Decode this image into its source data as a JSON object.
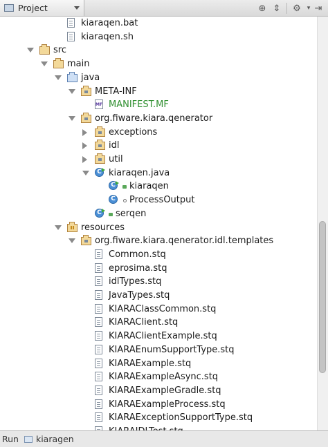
{
  "toolbar": {
    "tab_label": "Project",
    "icons": [
      "target-icon",
      "collapse-icon",
      "settings-icon",
      "hide-icon"
    ]
  },
  "tree": [
    {
      "label": "kiaraqen.bat",
      "icon": "file-icon",
      "expander": "none",
      "depth": 3
    },
    {
      "label": "kiaraqen.sh",
      "icon": "file-icon",
      "expander": "none",
      "depth": 3
    },
    {
      "label": "src",
      "icon": "folder-icon",
      "expander": "down",
      "depth": 1
    },
    {
      "label": "main",
      "icon": "folder-icon",
      "expander": "down",
      "depth": 2
    },
    {
      "label": "java",
      "icon": "source-folder-icon",
      "expander": "down",
      "depth": 3
    },
    {
      "label": "META-INF",
      "icon": "package-icon",
      "expander": "down",
      "depth": 4
    },
    {
      "label": "MANIFEST.MF",
      "icon": "manifest-icon",
      "expander": "none",
      "depth": 5,
      "color": "green"
    },
    {
      "label": "org.fiware.kiara.qenerator",
      "icon": "package-icon",
      "expander": "down",
      "depth": 4
    },
    {
      "label": "exceptions",
      "icon": "package-icon",
      "expander": "right",
      "depth": 5
    },
    {
      "label": "idl",
      "icon": "package-icon",
      "expander": "right",
      "depth": 5
    },
    {
      "label": "util",
      "icon": "package-icon",
      "expander": "right",
      "depth": 5
    },
    {
      "label": "kiaraqen.java",
      "icon": "java-class-icon",
      "expander": "down",
      "depth": 5
    },
    {
      "label": "kiaraqen",
      "icon": "class-runnable-icon",
      "expander": "none",
      "depth": 6
    },
    {
      "label": "ProcessOutput",
      "icon": "class-icon",
      "expander": "none",
      "depth": 6
    },
    {
      "label": "serqen",
      "icon": "class-runnable-icon",
      "expander": "none",
      "depth": 5
    },
    {
      "label": "resources",
      "icon": "resources-folder-icon",
      "expander": "down",
      "depth": 3
    },
    {
      "label": "org.fiware.kiara.qenerator.idl.templates",
      "icon": "package-icon",
      "expander": "down",
      "depth": 4
    },
    {
      "label": "Common.stq",
      "icon": "file-icon",
      "expander": "none",
      "depth": 5
    },
    {
      "label": "eprosima.stq",
      "icon": "file-icon",
      "expander": "none",
      "depth": 5
    },
    {
      "label": "idlTypes.stq",
      "icon": "file-icon",
      "expander": "none",
      "depth": 5
    },
    {
      "label": "JavaTypes.stq",
      "icon": "file-icon",
      "expander": "none",
      "depth": 5
    },
    {
      "label": "KIARAClassCommon.stq",
      "icon": "file-icon",
      "expander": "none",
      "depth": 5
    },
    {
      "label": "KIARAClient.stq",
      "icon": "file-icon",
      "expander": "none",
      "depth": 5
    },
    {
      "label": "KIARAClientExample.stq",
      "icon": "file-icon",
      "expander": "none",
      "depth": 5
    },
    {
      "label": "KIARAEnumSupportType.stq",
      "icon": "file-icon",
      "expander": "none",
      "depth": 5
    },
    {
      "label": "KIARAExample.stq",
      "icon": "file-icon",
      "expander": "none",
      "depth": 5
    },
    {
      "label": "KIARAExampleAsync.stq",
      "icon": "file-icon",
      "expander": "none",
      "depth": 5
    },
    {
      "label": "KIARAExampleGradle.stq",
      "icon": "file-icon",
      "expander": "none",
      "depth": 5
    },
    {
      "label": "KIARAExampleProcess.stq",
      "icon": "file-icon",
      "expander": "none",
      "depth": 5
    },
    {
      "label": "KIARAExceptionSupportType.stq",
      "icon": "file-icon",
      "expander": "none",
      "depth": 5
    },
    {
      "label": "KIARAIDLTest.stq",
      "icon": "file-icon",
      "expander": "none",
      "depth": 5
    }
  ],
  "scroll_position": 0.78,
  "status": {
    "run_label": "Run",
    "config_label": "kiaragen"
  }
}
